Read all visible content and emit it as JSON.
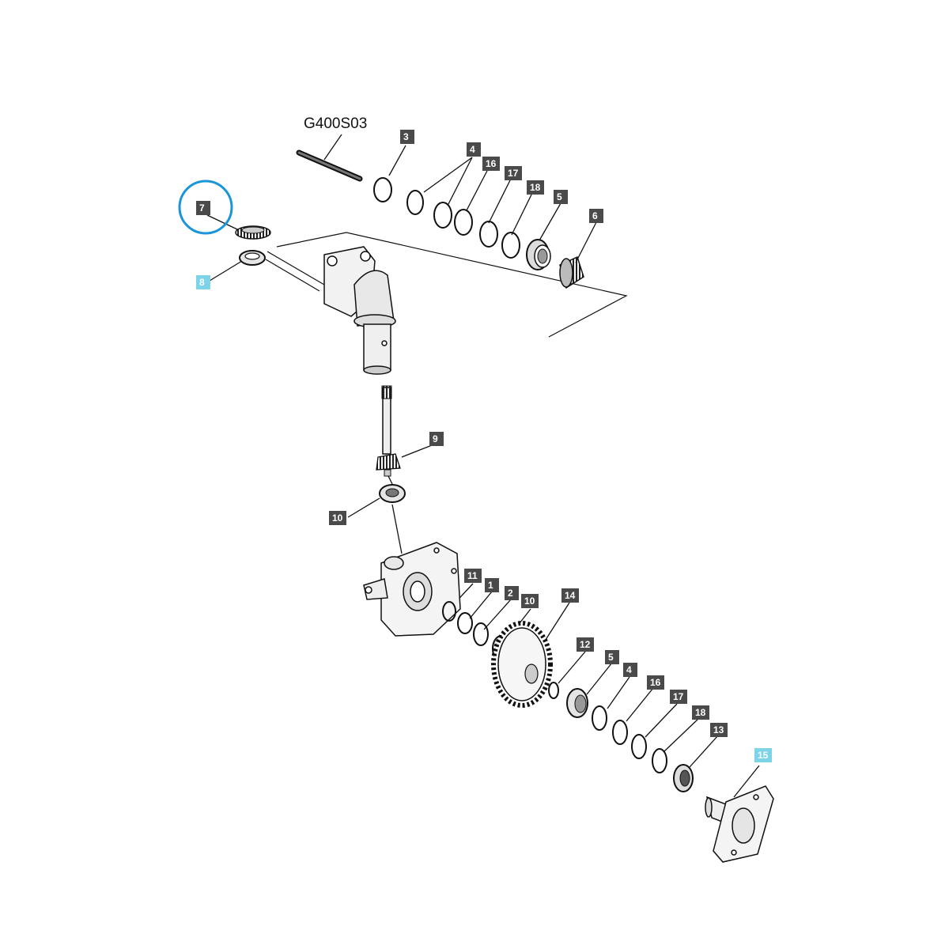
{
  "diagram": {
    "reference_code": "G400S03",
    "colors": {
      "callout_default_bg": "#4a4a4a",
      "callout_default_text": "#ffffff",
      "callout_highlight_bg": "#7dd3e8",
      "callout_highlight_text": "#ffffff",
      "selection_ring": "#1a96d8",
      "line": "#111111"
    },
    "callouts": [
      {
        "id": "c3",
        "label": "3",
        "highlight": false
      },
      {
        "id": "c4a",
        "label": "4",
        "highlight": false
      },
      {
        "id": "c16a",
        "label": "16",
        "highlight": false
      },
      {
        "id": "c17a",
        "label": "17",
        "highlight": false
      },
      {
        "id": "c18a",
        "label": "18",
        "highlight": false
      },
      {
        "id": "c5a",
        "label": "5",
        "highlight": false
      },
      {
        "id": "c6",
        "label": "6",
        "highlight": false
      },
      {
        "id": "c7",
        "label": "7",
        "highlight": false,
        "selected": true
      },
      {
        "id": "c8",
        "label": "8",
        "highlight": true
      },
      {
        "id": "c9",
        "label": "9",
        "highlight": false
      },
      {
        "id": "c10a",
        "label": "10",
        "highlight": false
      },
      {
        "id": "c11",
        "label": "11",
        "highlight": false
      },
      {
        "id": "c1",
        "label": "1",
        "highlight": false
      },
      {
        "id": "c2",
        "label": "2",
        "highlight": false
      },
      {
        "id": "c10b",
        "label": "10",
        "highlight": false
      },
      {
        "id": "c14",
        "label": "14",
        "highlight": false
      },
      {
        "id": "c12",
        "label": "12",
        "highlight": false
      },
      {
        "id": "c5b",
        "label": "5",
        "highlight": false
      },
      {
        "id": "c4b",
        "label": "4",
        "highlight": false
      },
      {
        "id": "c16b",
        "label": "16",
        "highlight": false
      },
      {
        "id": "c17b",
        "label": "17",
        "highlight": false
      },
      {
        "id": "c18b",
        "label": "18",
        "highlight": false
      },
      {
        "id": "c13",
        "label": "13",
        "highlight": false
      },
      {
        "id": "c15",
        "label": "15",
        "highlight": true
      }
    ]
  }
}
